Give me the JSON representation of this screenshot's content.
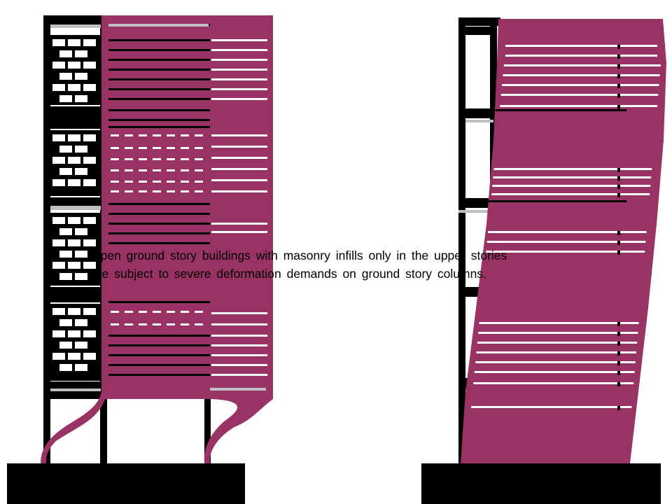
{
  "caption": {
    "line1": "Open ground story buildings with masonry infills only in the upper stories",
    "line2": "are subject to severe deformation demands on ground story columns."
  },
  "colors": {
    "frame": "#000000",
    "deformed_building": "#993366",
    "slab_edge": "#bfbfbf",
    "background": "#ffffff"
  },
  "diagram": {
    "left_building": {
      "description_hidden": true,
      "infilled_upper_stories": 4,
      "open_ground_story": true
    },
    "right_building": {
      "infilled_upper_stories": 0,
      "uniform_drift": true
    }
  }
}
